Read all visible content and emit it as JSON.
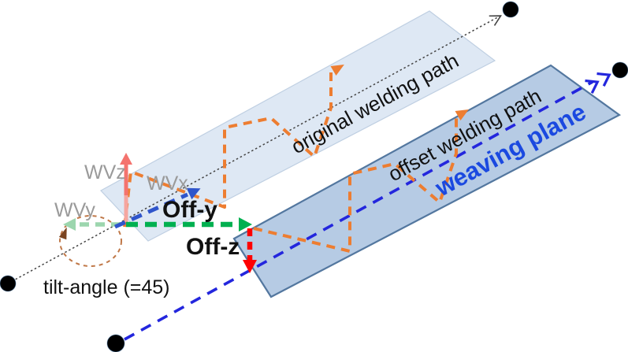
{
  "figure": {
    "title": "welding path weaving-plane offset diagram",
    "labels": {
      "original_path": "original welding path",
      "offset_path": "offset welding path",
      "weaving_plane": "weaving plane",
      "wvz": "WVz",
      "wvx": "WVx",
      "wvy": "WVy",
      "off_y": "Off-y",
      "off_z": "Off-z",
      "tilt_angle": "tilt-angle (=45)"
    },
    "colors": {
      "plane_light_fill": "#dbe6f3",
      "plane_light_border": "#bfcfe2",
      "plane_dark_fill": "#b3c9e3",
      "plane_dark_border": "#53779f",
      "weave_orange": "#ED7D31",
      "original_path_dotted": "#444444",
      "offset_path_blue": "#2326dd",
      "wvx_blue": "#2f55cb",
      "wvz_pink": "#f4736e",
      "wvy_light_green": "#9cd6ae",
      "off_y_green": "#00B050",
      "off_z_red": "#FE0000",
      "tilt_arc_brown": "#c07848",
      "tilt_arrowhead_brown": "#7a4420",
      "axis_label_gray": "#9a9a9a",
      "label_black": "#111111",
      "weaving_plane_text_blue": "#1b49e0",
      "endpoint_dot_black": "#000000"
    }
  }
}
